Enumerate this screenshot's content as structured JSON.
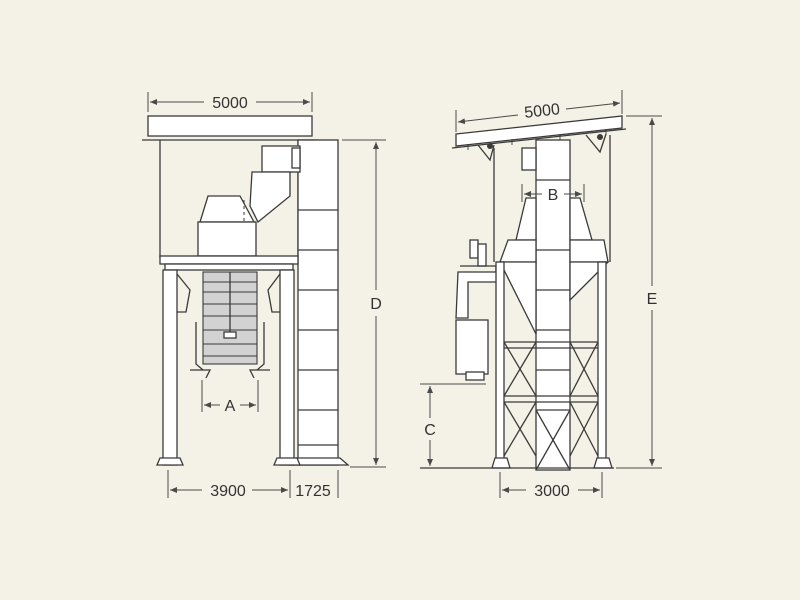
{
  "front_view": {
    "width_top": "5000",
    "base_left": "3900",
    "base_right": "1725",
    "label_a": "A",
    "label_d": "D"
  },
  "side_view": {
    "width_top": "5000",
    "label_b": "B",
    "label_c": "C",
    "label_e": "E",
    "base_width": "3000"
  },
  "colors": {
    "background": "#f4f1e6",
    "line": "#3a3a3a",
    "fill": "#ffffff",
    "shade": "#d2d2d2"
  }
}
